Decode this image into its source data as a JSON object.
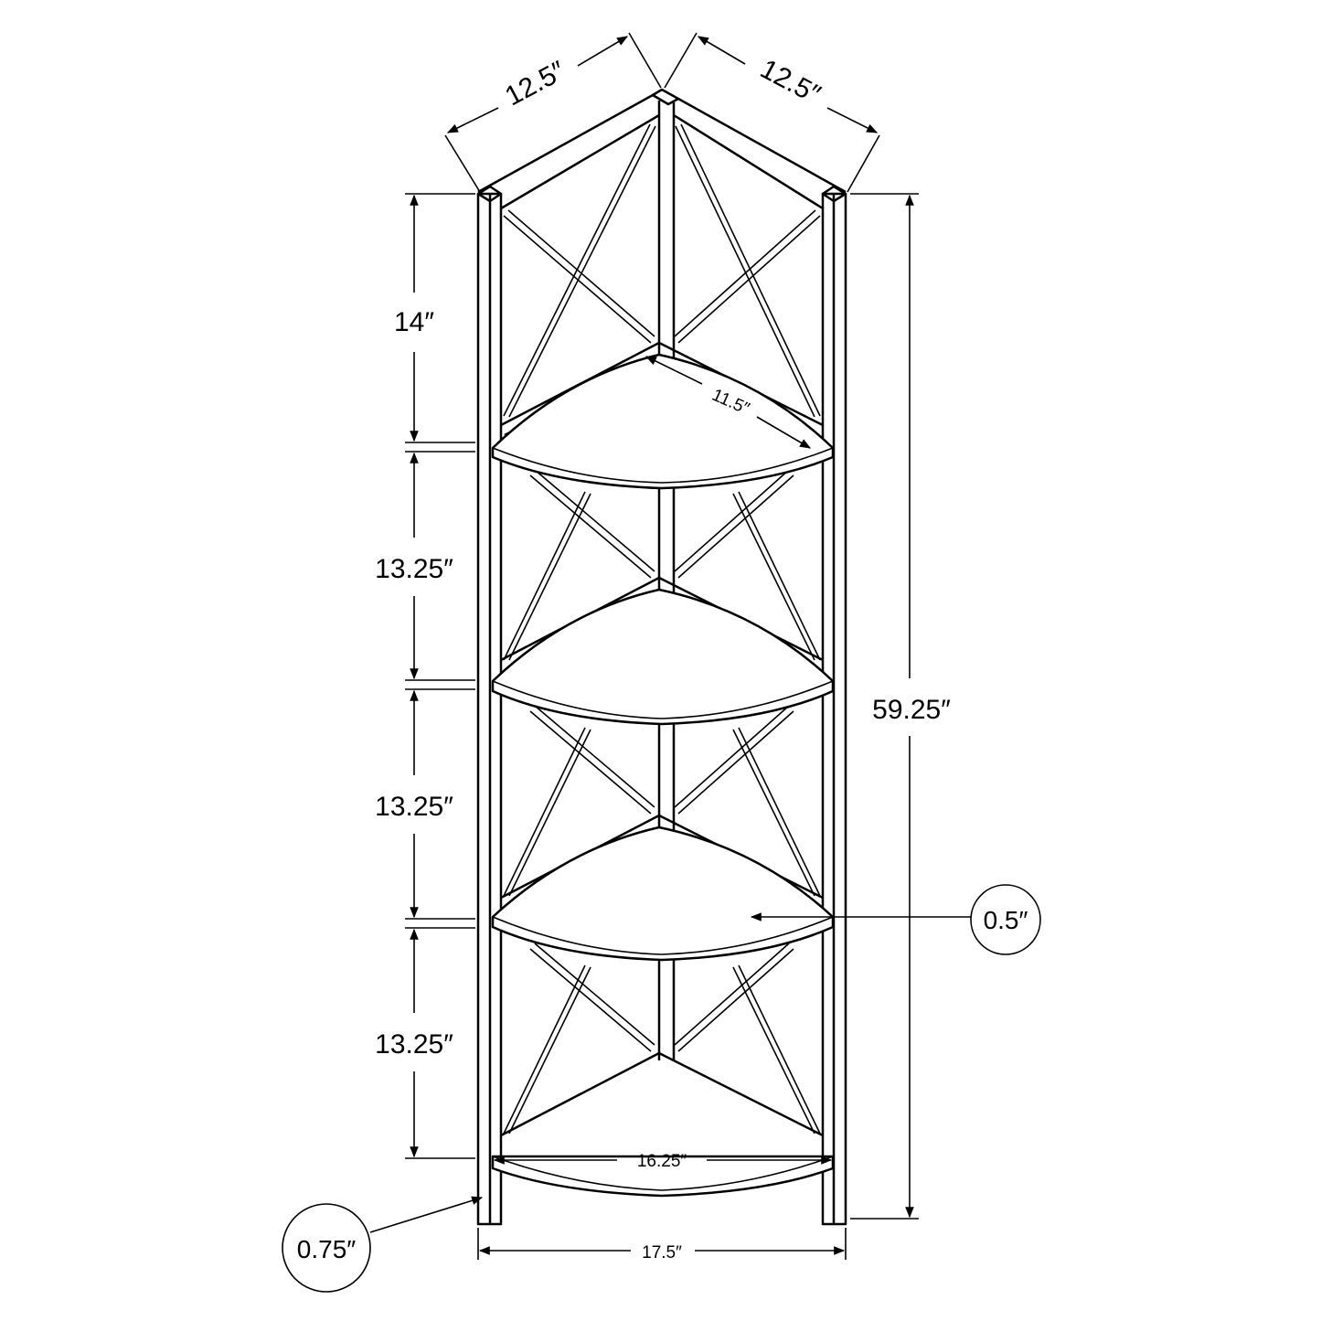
{
  "dimensions": {
    "top_left_depth": "12.5″",
    "top_right_depth": "12.5″",
    "top_section_height": "14″",
    "section_2_height": "13.25″",
    "section_3_height": "13.25″",
    "section_4_height": "13.25″",
    "overall_height": "59.25″",
    "shelf_depth": "11.5″",
    "bottom_shelf_width": "16.25″",
    "overall_width": "17.5″",
    "shelf_thickness": "0.5″",
    "leg_thickness": "0.75″"
  },
  "colors": {
    "line": "#000000",
    "background": "#ffffff"
  }
}
